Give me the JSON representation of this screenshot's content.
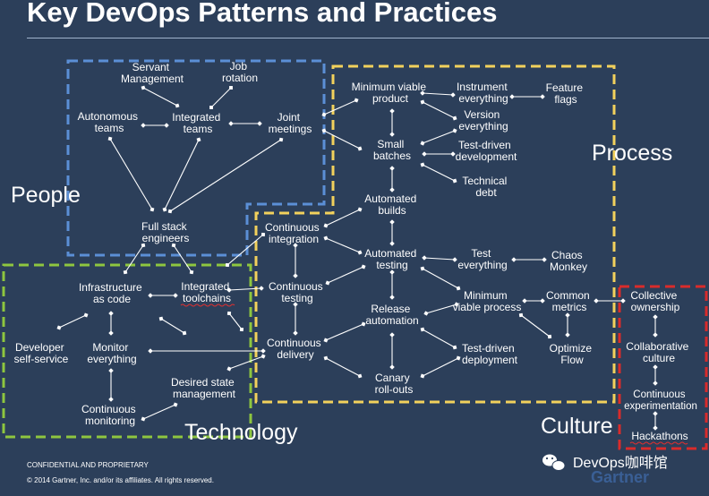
{
  "title": "Key DevOps Patterns and Practices",
  "regions": {
    "people": "People",
    "process": "Process",
    "technology": "Technology",
    "culture": "Culture"
  },
  "colors": {
    "background": "#2c3f5a",
    "people": "#5b8fd6",
    "process": "#f2d15c",
    "technology": "#8ec63f",
    "culture": "#d92b2b"
  },
  "nodes": {
    "servant_management": [
      "Servant",
      "Management"
    ],
    "job_rotation": [
      "Job",
      "rotation"
    ],
    "autonomous_teams": [
      "Autonomous",
      "teams"
    ],
    "integrated_teams": [
      "Integrated",
      "teams"
    ],
    "joint_meetings": [
      "Joint",
      "meetings"
    ],
    "full_stack_engineers": [
      "Full stack",
      "engineers"
    ],
    "minimum_viable_product": [
      "Minimum viable",
      "product"
    ],
    "instrument_everything": [
      "Instrument",
      "everything"
    ],
    "feature_flags": [
      "Feature",
      "flags"
    ],
    "version_everything": [
      "Version",
      "everything"
    ],
    "small_batches": [
      "Small",
      "batches"
    ],
    "test_driven_development": [
      "Test-driven",
      "development"
    ],
    "technical_debt": [
      "Technical",
      "debt"
    ],
    "automated_builds": [
      "Automated",
      "builds"
    ],
    "continuous_integration": [
      "Continuous",
      "integration"
    ],
    "automated_testing": [
      "Automated",
      "testing"
    ],
    "test_everything": [
      "Test",
      "everything"
    ],
    "chaos_monkey": [
      "Chaos",
      "Monkey"
    ],
    "continuous_testing": [
      "Continuous",
      "testing"
    ],
    "minimum_viable_process": [
      "Minimum",
      "viable process"
    ],
    "common_metrics": [
      "Common",
      "metrics"
    ],
    "release_automation": [
      "Release",
      "automation"
    ],
    "continuous_delivery": [
      "Continuous",
      "delivery"
    ],
    "optimize_flow": [
      "Optimize",
      "Flow"
    ],
    "test_driven_deployment": [
      "Test-driven",
      "deployment"
    ],
    "canary_rollouts": [
      "Canary",
      "roll-outs"
    ],
    "infrastructure_as_code": [
      "Infrastructure",
      "as code"
    ],
    "integrated_toolchains": [
      "Integrated",
      "toolchains"
    ],
    "developer_self_service": [
      "Developer",
      "self-service"
    ],
    "monitor_everything": [
      "Monitor",
      "everything"
    ],
    "desired_state_management": [
      "Desired state",
      "management"
    ],
    "continuous_monitoring": [
      "Continuous",
      "monitoring"
    ],
    "collective_ownership": [
      "Collective",
      "ownership"
    ],
    "collaborative_culture": [
      "Collaborative",
      "culture"
    ],
    "continuous_experimentation": [
      "Continuous",
      "experimentation"
    ],
    "hackathons": [
      "Hackathons"
    ]
  },
  "footer": {
    "confidential": "CONFIDENTIAL AND PROPRIETARY",
    "copyright": "© 2014 Gartner, Inc. and/or its affiliates. All rights reserved."
  },
  "watermark": {
    "brand": "DevOps咖啡馆",
    "logo": "Gartner",
    "icon": "wechat-icon"
  }
}
